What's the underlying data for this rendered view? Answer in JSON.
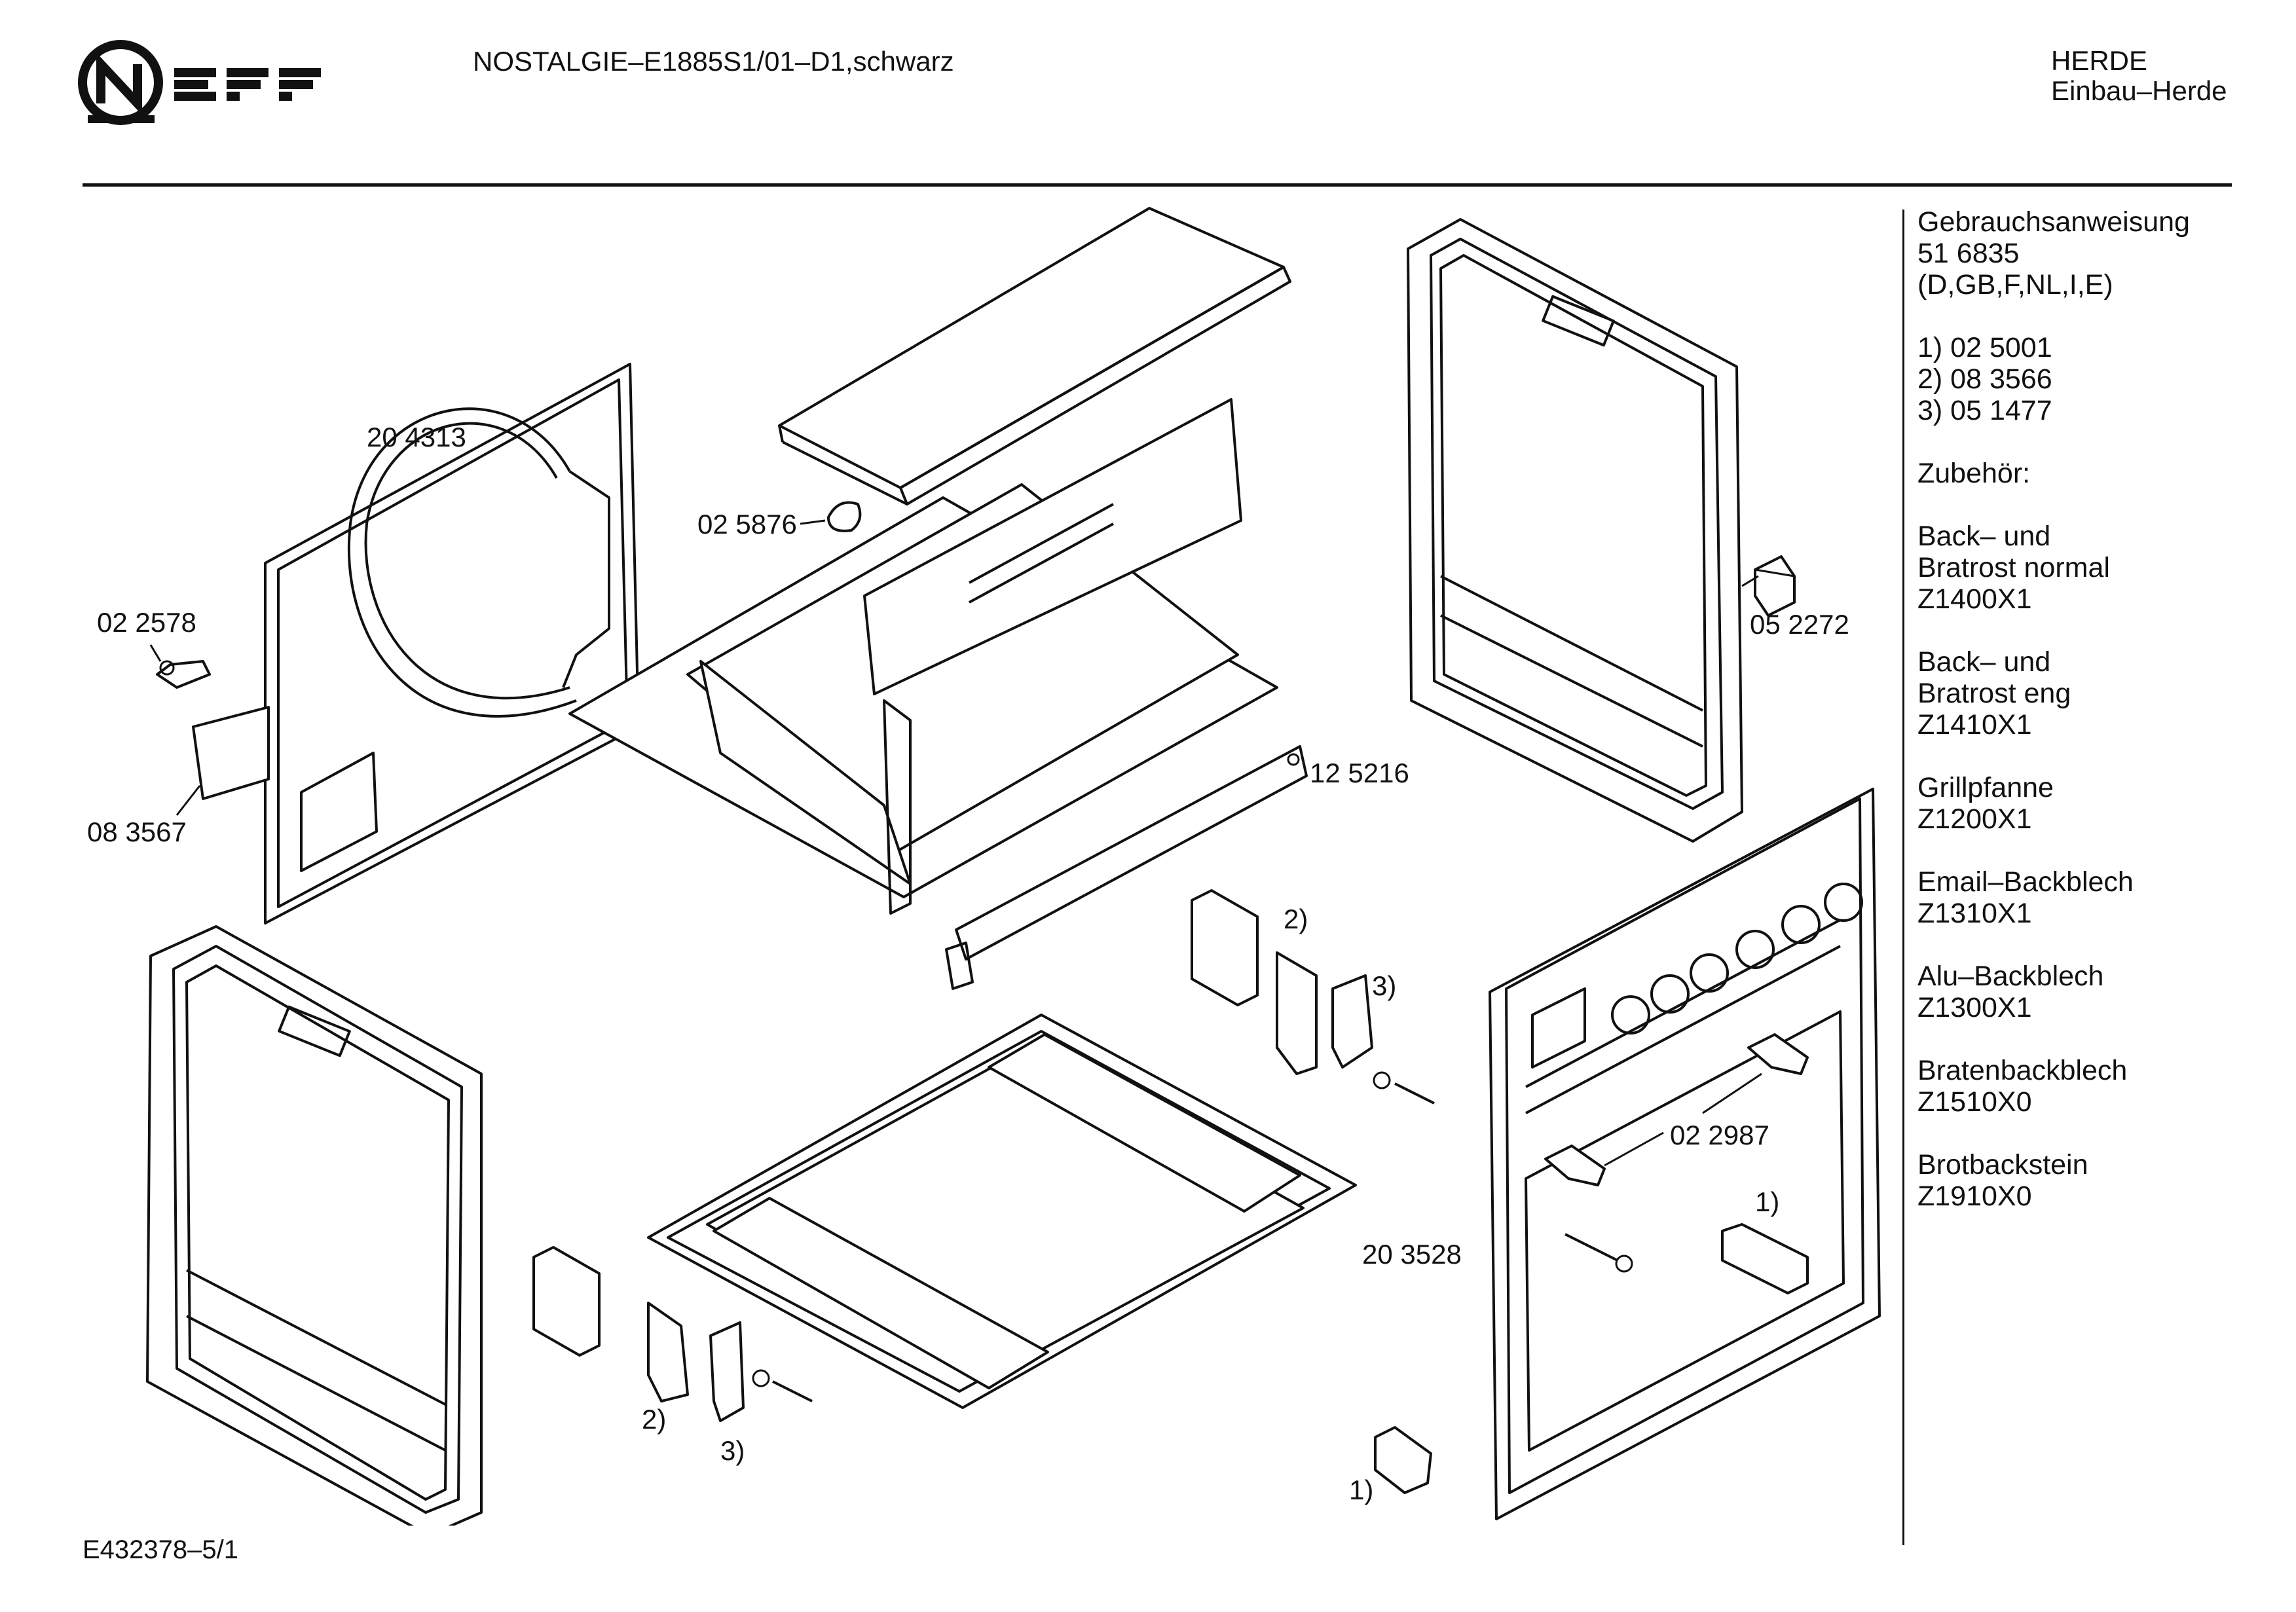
{
  "header": {
    "model": "NOSTALGIE–E1885S1/01–D1,schwarz",
    "category": "HERDE",
    "subcategory": "Einbau–Herde"
  },
  "brand": {
    "logo_text": "NEFF"
  },
  "sidebar": {
    "manual_title": "Gebrauchsanweisung",
    "manual_number": "51 6835",
    "manual_languages": "(D,GB,F,NL,I,E)",
    "refs": [
      "1) 02 5001",
      "2) 08 3566",
      "3) 05 1477"
    ],
    "accessories_title": "Zubehör:",
    "accessories": [
      {
        "name": [
          "Back– und",
          "Bratrost normal"
        ],
        "code": "Z1400X1"
      },
      {
        "name": [
          "Back– und",
          "Bratrost eng"
        ],
        "code": "Z1410X1"
      },
      {
        "name": [
          "Grillpfanne"
        ],
        "code": "Z1200X1"
      },
      {
        "name": [
          "Email–Backblech"
        ],
        "code": "Z1310X1"
      },
      {
        "name": [
          "Alu–Backblech"
        ],
        "code": "Z1300X1"
      },
      {
        "name": [
          "Bratenbackblech"
        ],
        "code": "Z1510X0"
      },
      {
        "name": [
          "Brotbackstein"
        ],
        "code": "Z1910X0"
      }
    ]
  },
  "diagram": {
    "labels": {
      "back_panel": "20 4313",
      "holder": "02 5876",
      "clip": "02 2578",
      "bracket_left": "08 3567",
      "rail": "12 5216",
      "side_switch": "05 2272",
      "front_panel": "20 3528",
      "hooks": "02 2987",
      "ref1a": "1)",
      "ref1b": "1)",
      "ref2a": "2)",
      "ref2b": "2)",
      "ref3a": "3)",
      "ref3b": "3)"
    }
  },
  "footer": {
    "doc_id": "E432378–5/1"
  }
}
